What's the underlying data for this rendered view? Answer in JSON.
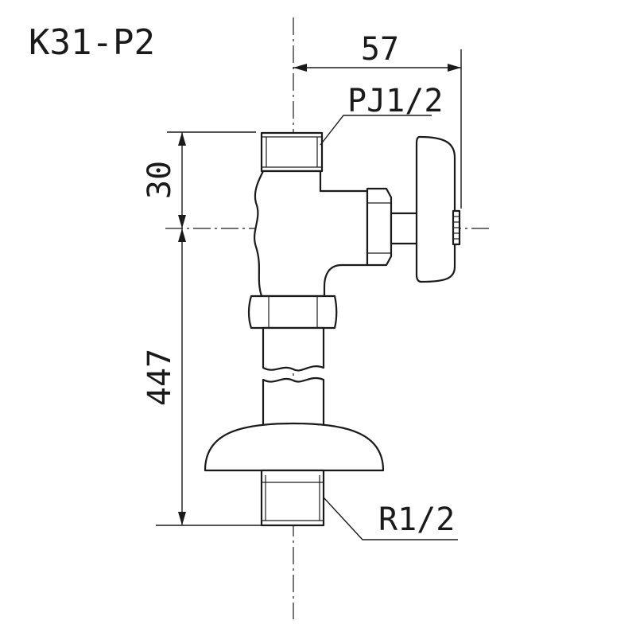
{
  "title": "K31-P2",
  "dimensions": {
    "width_to_handle": "57",
    "upper_height": "30",
    "total_height": "447"
  },
  "callouts": {
    "outlet_thread": "PJ1/2",
    "inlet_thread": "R1/2"
  }
}
